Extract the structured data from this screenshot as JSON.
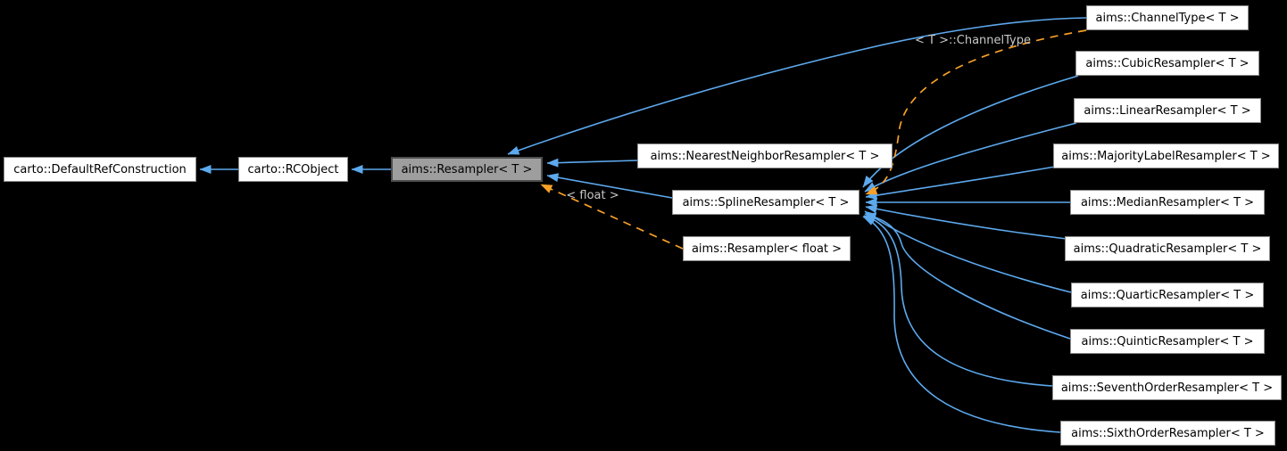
{
  "diagram": {
    "type": "class-inheritance-graph",
    "background": "#000000",
    "colors": {
      "edge_blue": "#5da9ee",
      "edge_orange": "#f7a028",
      "edge_label_gray": "#c8c8c8",
      "node_fill": "#ffffff",
      "node_border": "#8a8a8a",
      "node_text": "#000000",
      "highlight_node_fill": "#9e9e9e",
      "highlight_node_border": "#4e4e4e"
    },
    "nodes": {
      "default_ref_construction": {
        "label": "carto::DefaultRefConstruction"
      },
      "rcobject": {
        "label": "carto::RCObject"
      },
      "resampler_t": {
        "label": "aims::Resampler< T >",
        "highlighted": true
      },
      "nearest_neighbor": {
        "label": "aims::NearestNeighborResampler< T >"
      },
      "spline": {
        "label": "aims::SplineResampler< T >"
      },
      "resampler_float": {
        "label": "aims::Resampler< float >"
      },
      "channel_type": {
        "label": "aims::ChannelType< T >"
      },
      "cubic": {
        "label": "aims::CubicResampler< T >"
      },
      "linear": {
        "label": "aims::LinearResampler< T >"
      },
      "majority_label": {
        "label": "aims::MajorityLabelResampler< T >"
      },
      "median": {
        "label": "aims::MedianResampler< T >"
      },
      "quadratic": {
        "label": "aims::QuadraticResampler< T >"
      },
      "quartic": {
        "label": "aims::QuarticResampler< T >"
      },
      "quintic": {
        "label": "aims::QuinticResampler< T >"
      },
      "seventh_order": {
        "label": "aims::SeventhOrderResampler< T >"
      },
      "sixth_order": {
        "label": "aims::SixthOrderResampler< T >"
      }
    },
    "edge_labels": {
      "channeltype_instantiation": "< T >::ChannelType",
      "float_instantiation": "< float >"
    }
  }
}
